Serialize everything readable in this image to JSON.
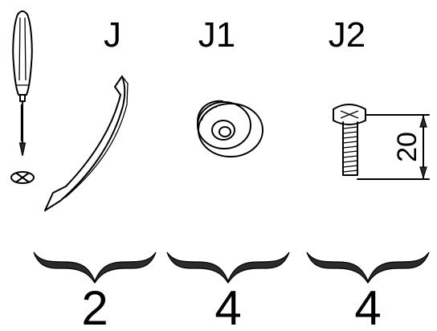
{
  "parts": [
    {
      "id": "J",
      "label": "J",
      "quantity": "2",
      "icon": "curved-handle"
    },
    {
      "id": "J1",
      "label": "J1",
      "quantity": "4",
      "icon": "washer-spacer"
    },
    {
      "id": "J2",
      "label": "J2",
      "quantity": "4",
      "icon": "screw"
    }
  ],
  "screw_length": "20",
  "tool_icon": "phillips-screwdriver"
}
